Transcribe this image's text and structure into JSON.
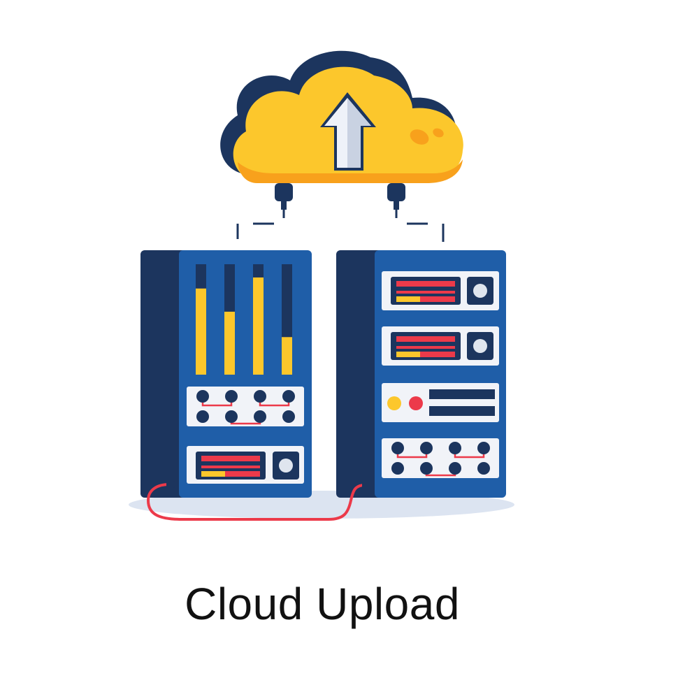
{
  "caption": "Cloud Upload",
  "icons": {
    "cloud": "cloud-icon",
    "upload_arrow": "upload-arrow-icon",
    "server_left": "server-rack-icon",
    "server_right": "server-rack-icon",
    "cable": "cable-icon"
  },
  "colors": {
    "navy": "#1c355e",
    "blue": "#1f5ea8",
    "yellow": "#fcc72c",
    "orange": "#f8a11c",
    "red": "#ec3a4a",
    "panel": "#f1f3f8",
    "shadow": "#dce4f1"
  },
  "level_meters": [
    0.78,
    0.57,
    0.88,
    0.34
  ]
}
